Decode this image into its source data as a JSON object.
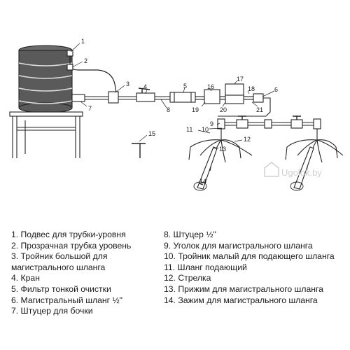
{
  "callouts": [
    "1",
    "2",
    "3",
    "4",
    "5",
    "6",
    "7",
    "8",
    "9",
    "10",
    "11",
    "12",
    "13",
    "14",
    "15",
    "16",
    "17",
    "18",
    "19",
    "20",
    "21"
  ],
  "watermark": "Ugolok.by",
  "legend_left": [
    "1. Подвес для трубки-уровня",
    "2. Прозрачная трубка уровень",
    "3. Тройник большой для магистрального шланга",
    "4. Кран",
    "5. Фильтр тонкой очистки",
    "6. Магистральный шланг ½\"",
    "7. Штуцер для бочки"
  ],
  "legend_right": [
    "8. Штуцер ½\"",
    "9. Уголок для магистрального шланга",
    "10. Тройник малый для подающего шланга",
    "11. Шланг подающий",
    "12. Стрелка",
    "13. Прижим для магистрального шланга",
    "14. Зажим для магистрального шланга"
  ]
}
